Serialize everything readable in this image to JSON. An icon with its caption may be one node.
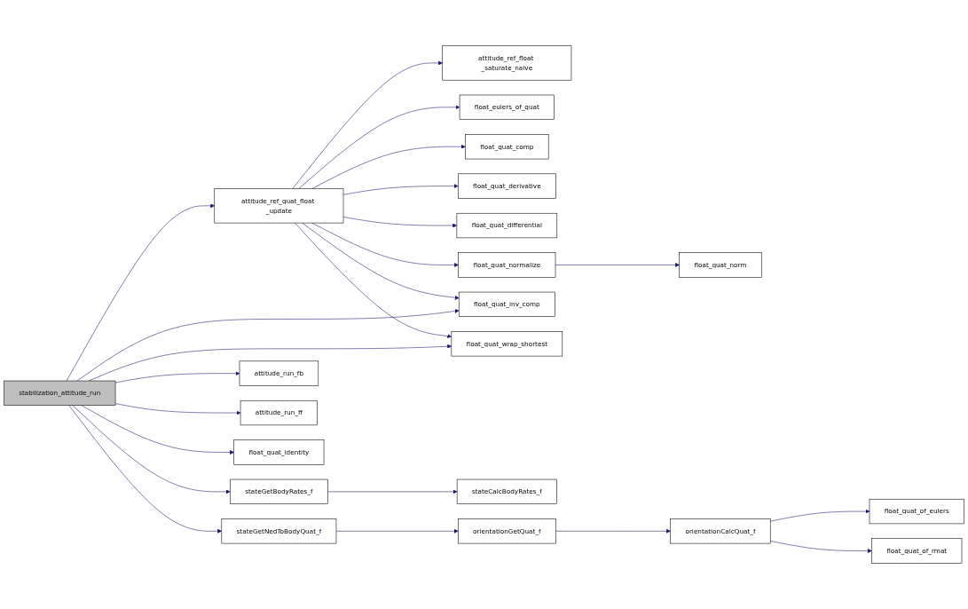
{
  "diagram": {
    "nodes": [
      {
        "text": [
          "stabilization_attitude_run"
        ]
      },
      {
        "text": [
          "attitude_ref_quat_float _update"
        ]
      },
      {
        "text": [
          "attitude_ref_float _saturate_naive"
        ]
      },
      {
        "text": [
          "float_eulers_of_quat"
        ]
      },
      {
        "text": [
          "float_quat_comp"
        ]
      },
      {
        "text": [
          "float_quat_derivative"
        ]
      },
      {
        "text": [
          "float_quat_differential"
        ]
      },
      {
        "text": [
          "float_quat_normalize"
        ]
      },
      {
        "text": [
          "float_quat_norm"
        ]
      },
      {
        "text": [
          "float_quat_inv_comp"
        ]
      },
      {
        "text": [
          "float_quat_wrap_shortest"
        ]
      },
      {
        "text": [
          "attitude_run_fb"
        ]
      },
      {
        "text": [
          "attitude_run_ff"
        ]
      },
      {
        "text": [
          "float_quat_identity"
        ]
      },
      {
        "text": [
          "stateGetBodyRates_f"
        ]
      },
      {
        "text": [
          "stateCalcBodyRates_f"
        ]
      },
      {
        "text": [
          "stateGetNedToBodyQuat_f"
        ]
      },
      {
        "text": [
          "orientationGetQuat_f"
        ]
      },
      {
        "text": [
          "orientationCalcQuat_f"
        ]
      },
      {
        "text": [
          "float_quat_of_eulers"
        ]
      },
      {
        "text": [
          "float_quat_of_rmat"
        ]
      }
    ],
    "edges": [
      {
        "from": 0,
        "to": 1,
        "arrow": "to"
      },
      {
        "from": 1,
        "to": 2,
        "arrow": "to"
      },
      {
        "from": 1,
        "to": 3,
        "arrow": "to"
      },
      {
        "from": 1,
        "to": 4,
        "arrow": "to"
      },
      {
        "from": 1,
        "to": 5,
        "arrow": "to"
      },
      {
        "from": 1,
        "to": 6,
        "arrow": "to"
      },
      {
        "from": 1,
        "to": 7,
        "arrow": "to"
      },
      {
        "from": 1,
        "to": 9,
        "arrow": "to"
      },
      {
        "from": 1,
        "to": 10,
        "arrow": "to"
      },
      {
        "from": 7,
        "to": 8,
        "arrow": "to"
      },
      {
        "from": 0,
        "to": 9,
        "arrow": "to"
      },
      {
        "from": 0,
        "to": 10,
        "arrow": "to"
      },
      {
        "from": 0,
        "to": 11,
        "arrow": "to"
      },
      {
        "from": 0,
        "to": 12,
        "arrow": "to"
      },
      {
        "from": 0,
        "to": 13,
        "arrow": "to"
      },
      {
        "from": 0,
        "to": 14,
        "arrow": "to"
      },
      {
        "from": 0,
        "to": 16,
        "arrow": "to"
      },
      {
        "from": 14,
        "to": 15,
        "arrow": "to"
      },
      {
        "from": 16,
        "to": 17,
        "arrow": "to"
      },
      {
        "from": 17,
        "to": 18,
        "arrow": "to"
      },
      {
        "from": 18,
        "to": 19,
        "arrow": "to"
      },
      {
        "from": 18,
        "to": 20,
        "arrow": "to"
      }
    ]
  }
}
